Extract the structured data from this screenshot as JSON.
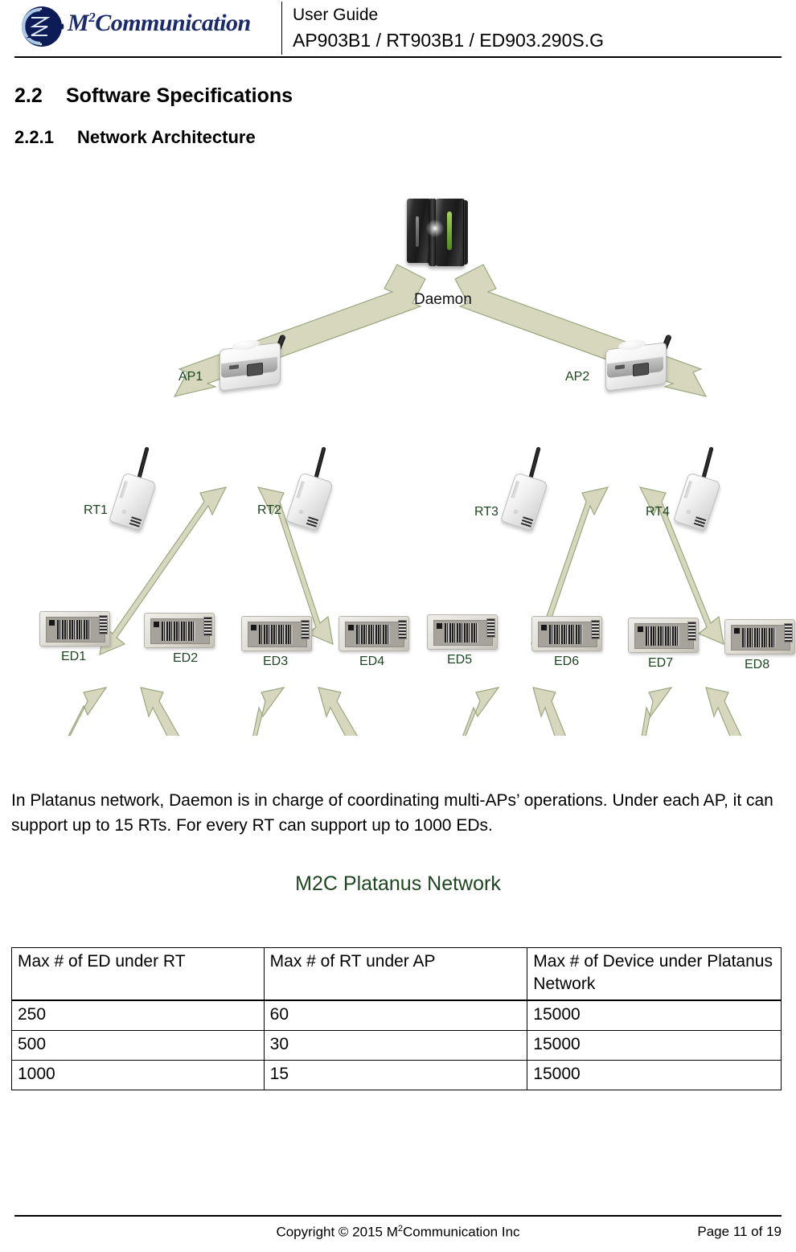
{
  "header": {
    "logo_wordmark_prefix": "M",
    "logo_wordmark_sup": "2",
    "logo_wordmark_suffix": "Communication",
    "logo_icon": "m2c-logo-icon",
    "line1": "User Guide",
    "line2": "AP903B1 / RT903B1 / ED903.290S.G"
  },
  "headings": {
    "section_number": "2.2",
    "section_title": "Software Specifications",
    "subsection_number": "2.2.1",
    "subsection_title": "Network Architecture"
  },
  "diagram": {
    "caption": "M2C Platanus Network",
    "daemon_label": "Daemon",
    "ap_labels": [
      "AP1",
      "AP2"
    ],
    "rt_labels": [
      "RT1",
      "RT2",
      "RT3",
      "RT4"
    ],
    "ed_labels": [
      "ED1",
      "ED2",
      "ED3",
      "ED4",
      "ED5",
      "ED6",
      "ED7",
      "ED8"
    ],
    "colors": {
      "arrow_fill": "#d7d7bd",
      "arrow_stroke": "#9aa87f",
      "label_green": "#1e4620",
      "logo_navy": "#1b2a6b"
    }
  },
  "body": {
    "paragraph": "In Platanus network, Daemon is in charge of coordinating multi-APs’ operations. Under each AP, it can support up to 15 RTs. For every RT can support up to 1000 EDs."
  },
  "table": {
    "headers": [
      "Max # of ED under RT",
      "Max # of RT under AP",
      "Max # of Device under Platanus Network"
    ],
    "rows": [
      [
        "250",
        "60",
        "15000"
      ],
      [
        "500",
        "30",
        "15000"
      ],
      [
        "1000",
        "15",
        "15000"
      ]
    ]
  },
  "footer": {
    "copyright_prefix": "Copyright © 2015 M",
    "copyright_sup": "2",
    "copyright_suffix": "Communication Inc",
    "page": "Page 11 of 19"
  }
}
